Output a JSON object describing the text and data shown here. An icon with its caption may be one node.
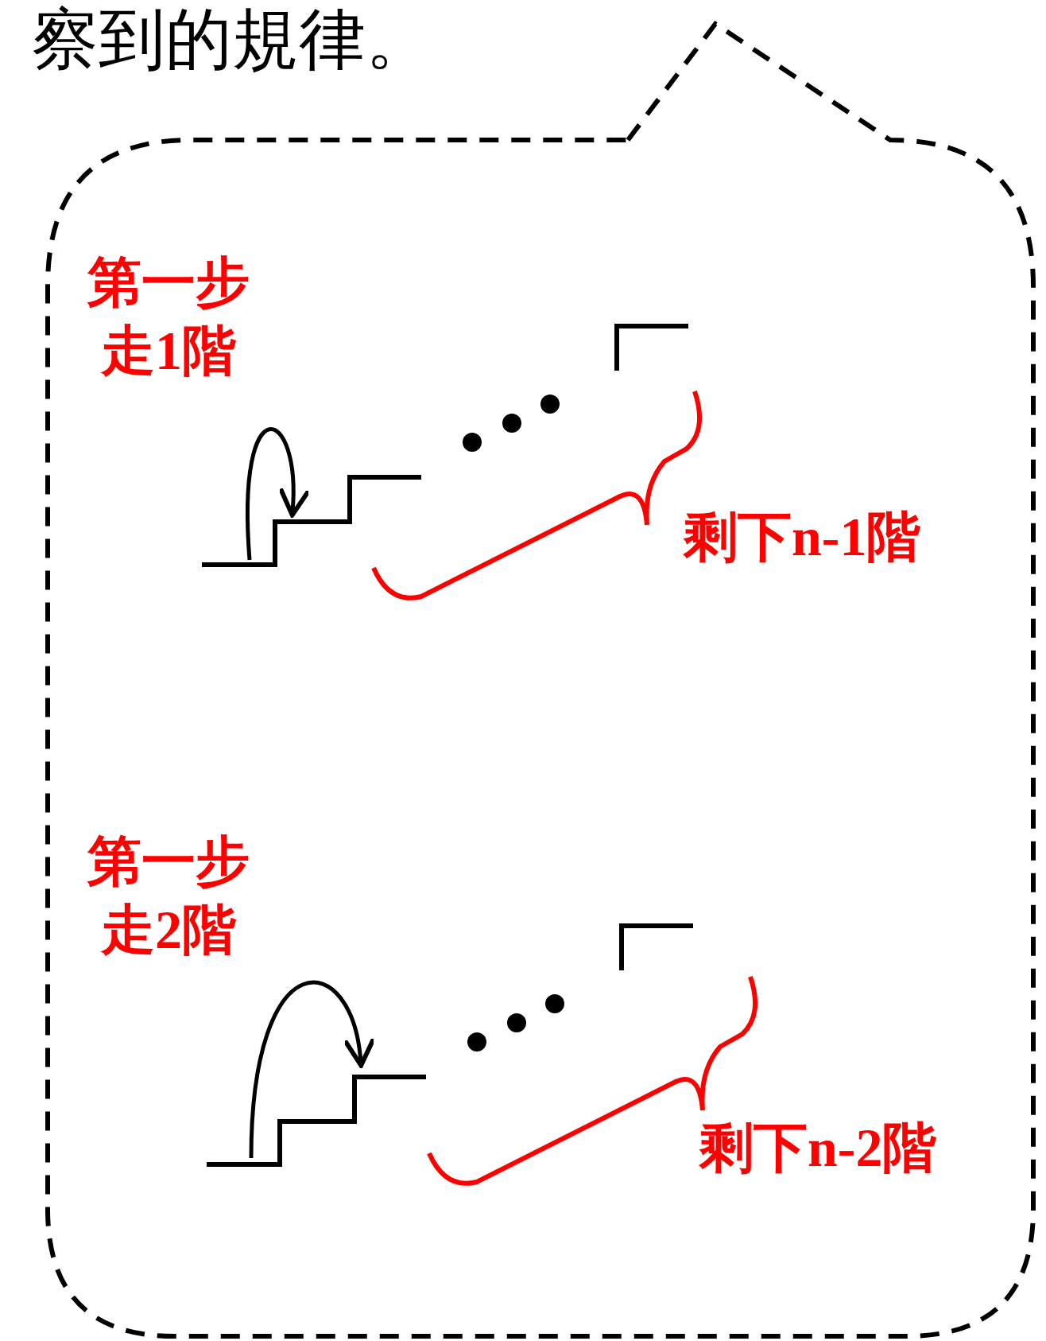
{
  "diagram": {
    "labels": [
      "察到的規律。",
      "第一步走1階",
      "剩下n-1階",
      "第一步走2階",
      "剩下n-2階"
    ]
  }
}
